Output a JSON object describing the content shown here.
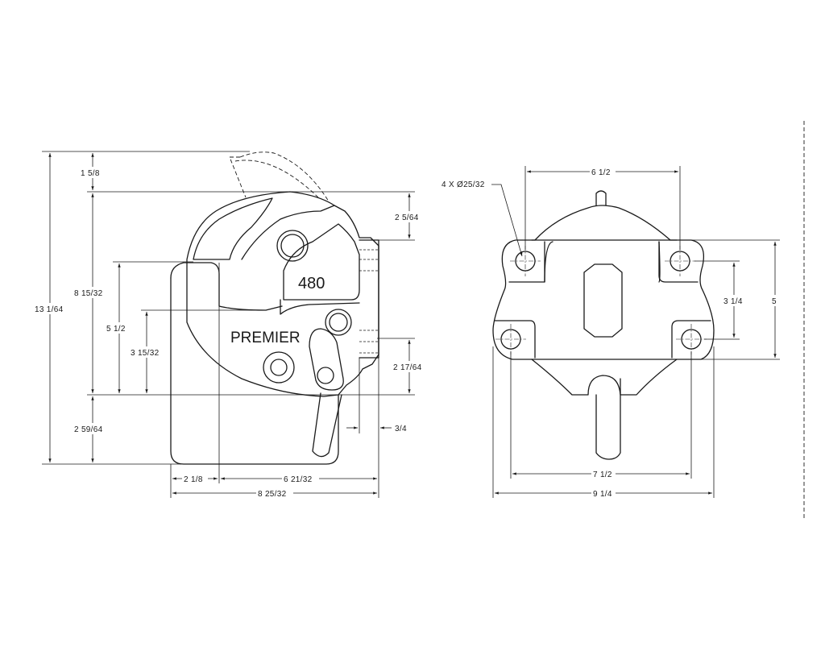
{
  "side_view": {
    "overall_height": "13 1/64",
    "top_offset": "1 5/8",
    "main_height": "8 15/32",
    "bottom_offset": "2 59/64",
    "height_5": "5 1/2",
    "height_3": "3 15/32",
    "gap_top": "2 5/64",
    "gap_bottom": "2 17/64",
    "flange": "3/4",
    "front_width": "2 1/8",
    "rear_width": "6 21/32",
    "overall_width": "8 25/32",
    "brand": "PREMIER",
    "model": "480"
  },
  "front_view": {
    "hole_callout": "4 X Ø25/32",
    "top_hole_spacing": "6 1/2",
    "right_vertical_spacing": "3 1/4",
    "overall_height": "5",
    "bottom_hole_spacing": "7 1/2",
    "overall_width": "9 1/4"
  }
}
